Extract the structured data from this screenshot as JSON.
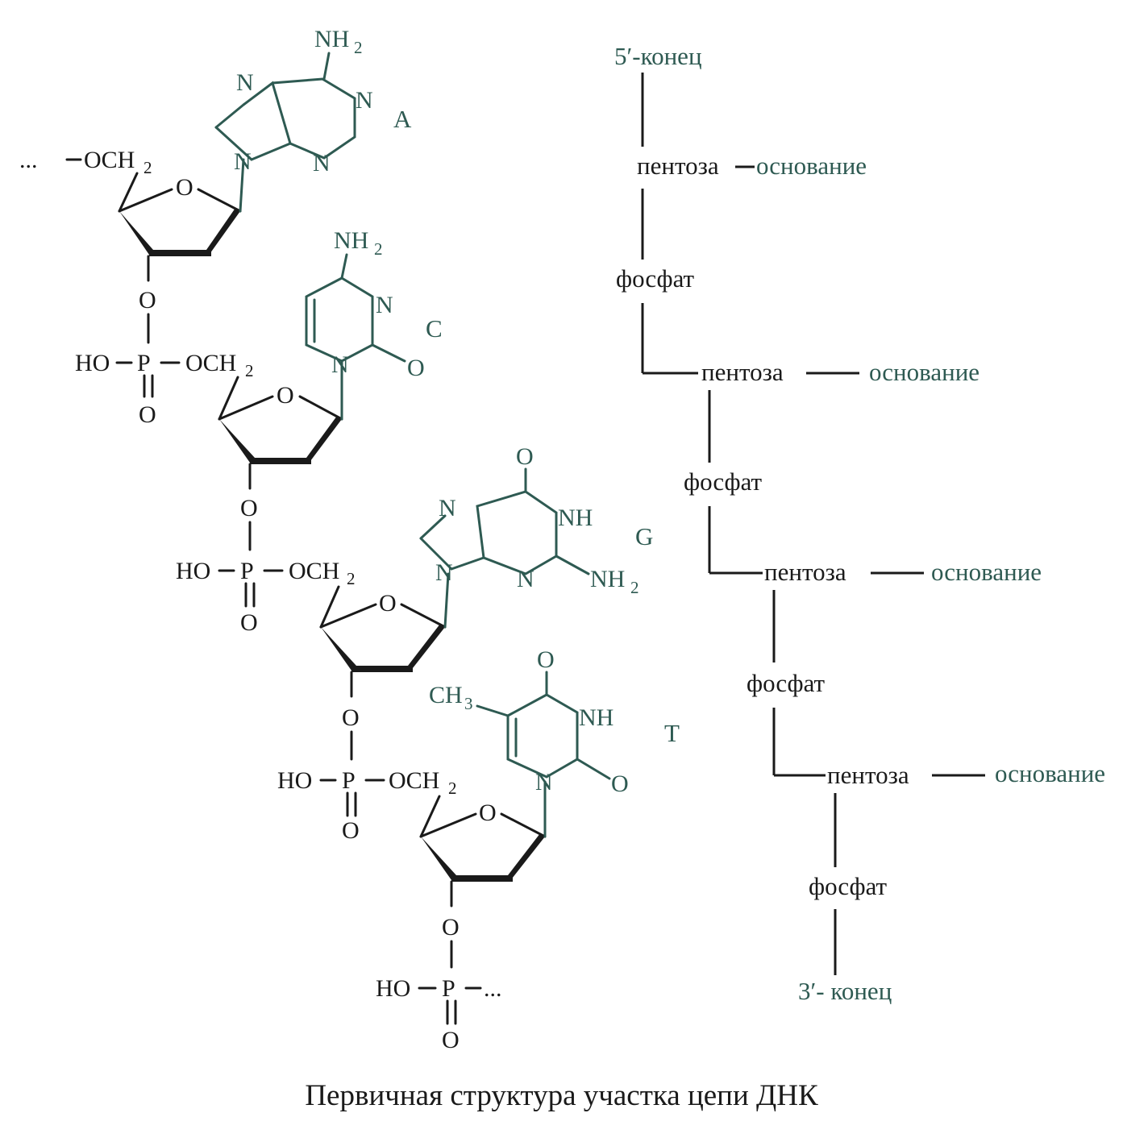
{
  "caption": "Первичная структура участка цепи ДНК",
  "bases": {
    "a": "A",
    "c": "C",
    "g": "G",
    "t": "T"
  },
  "chem": {
    "dots_left": "...",
    "dots_right": "...",
    "O": "O",
    "N": "N",
    "P": "P",
    "HO": "HO",
    "OCH": "OCH",
    "NH": "NH",
    "CH": "CH",
    "sub2": "2",
    "sub3": "3"
  },
  "schema": {
    "five_end": "5′-конец",
    "three_end": "3′- конец",
    "pentose": "пентоза",
    "base": "основание",
    "phosphate": "фосфат"
  },
  "colors": {
    "ink": "#1a1a1a",
    "accent": "#2e5a52"
  }
}
